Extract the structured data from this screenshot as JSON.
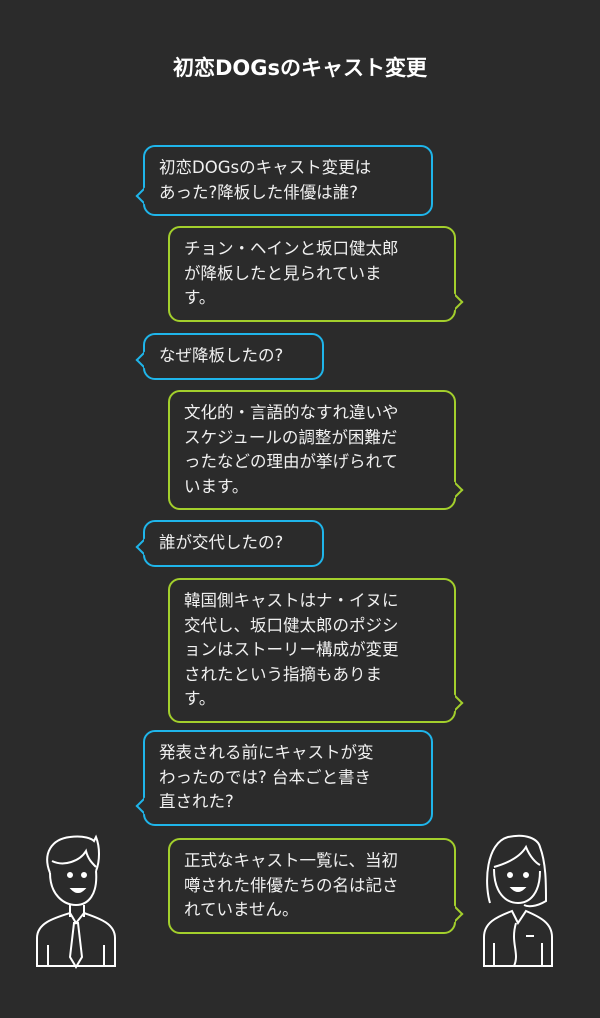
{
  "title": "初恋DOGsのキャスト変更",
  "colors": {
    "background": "#2b2b2b",
    "question": "#1fb5ea",
    "answer": "#a3cf2c"
  },
  "messages": [
    {
      "role": "question",
      "lines": [
        "初恋DOGsのキャスト変更は",
        "あった?降板した俳優は誰?"
      ]
    },
    {
      "role": "answer",
      "lines": [
        "チョン・ヘインと坂口健太郎",
        "が降板したと見られていま",
        "す。"
      ]
    },
    {
      "role": "question",
      "lines": [
        "なぜ降板したの?"
      ]
    },
    {
      "role": "answer",
      "lines": [
        "文化的・言語的なすれ違いや",
        "スケジュールの調整が困難だ",
        "ったなどの理由が挙げられて",
        "います。"
      ]
    },
    {
      "role": "question",
      "lines": [
        "誰が交代したの?"
      ]
    },
    {
      "role": "answer",
      "lines": [
        "韓国側キャストはナ・イヌに",
        "交代し、坂口健太郎のポジシ",
        "ョンはストーリー構成が変更",
        "されたという指摘もありま",
        "す。"
      ]
    },
    {
      "role": "question",
      "lines": [
        "発表される前にキャストが変",
        "わったのでは? 台本ごと書き",
        "直された?"
      ]
    },
    {
      "role": "answer",
      "lines": [
        "正式なキャスト一覧に、当初",
        "噂された俳優たちの名は記さ",
        "れていません。"
      ]
    }
  ],
  "characters": [
    {
      "icon": "man-avatar-icon"
    },
    {
      "icon": "woman-avatar-icon"
    }
  ]
}
